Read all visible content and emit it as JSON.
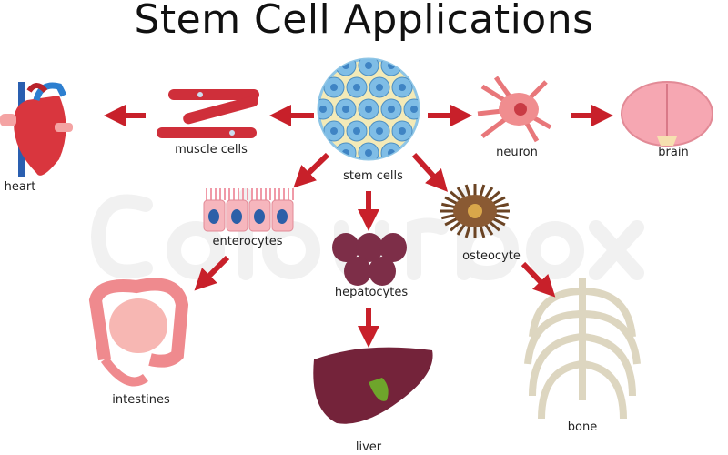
{
  "title": "Stem Cell Applications",
  "watermark": "Colourbox",
  "labels": {
    "heart": "heart",
    "muscle_cells": "muscle cells",
    "stem_cells": "stem cells",
    "neuron": "neuron",
    "brain": "brain",
    "enterocytes": "enterocytes",
    "hepatocytes": "hepatocytes",
    "osteocyte": "osteocyte",
    "intestines": "intestines",
    "liver": "liver",
    "bone": "bone"
  },
  "colors": {
    "arrow": "#c8202a"
  }
}
